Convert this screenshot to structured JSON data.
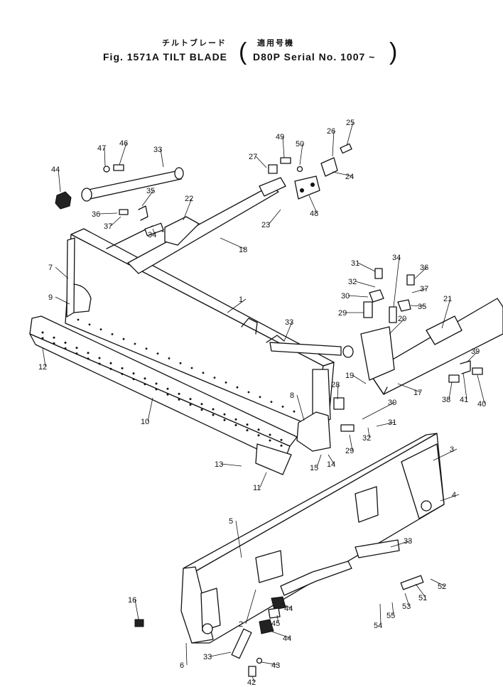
{
  "title": {
    "japanese_label": "チルトブレード",
    "japanese_serial": "適用号機",
    "figure": "Fig.  1571A  TILT  BLADE",
    "serial_open": "(",
    "serial": "D80P Serial   No. 1007 ~",
    "serial_close": ")"
  },
  "callouts": [
    {
      "label": "1"
    },
    {
      "label": "2"
    },
    {
      "label": "3"
    },
    {
      "label": "4"
    },
    {
      "label": "5"
    },
    {
      "label": "6"
    },
    {
      "label": "7"
    },
    {
      "label": "8"
    },
    {
      "label": "9"
    },
    {
      "label": "10"
    },
    {
      "label": "11"
    },
    {
      "label": "12"
    },
    {
      "label": "13"
    },
    {
      "label": "14"
    },
    {
      "label": "15"
    },
    {
      "label": "16"
    },
    {
      "label": "17"
    },
    {
      "label": "18"
    },
    {
      "label": "19"
    },
    {
      "label": "20"
    },
    {
      "label": "21"
    },
    {
      "label": "22"
    },
    {
      "label": "23"
    },
    {
      "label": "24"
    },
    {
      "label": "25"
    },
    {
      "label": "26"
    },
    {
      "label": "27"
    },
    {
      "label": "28"
    },
    {
      "label": "29"
    },
    {
      "label": "29"
    },
    {
      "label": "30"
    },
    {
      "label": "30"
    },
    {
      "label": "31"
    },
    {
      "label": "31"
    },
    {
      "label": "32"
    },
    {
      "label": "32"
    },
    {
      "label": "33"
    },
    {
      "label": "33"
    },
    {
      "label": "33"
    },
    {
      "label": "33"
    },
    {
      "label": "34"
    },
    {
      "label": "34"
    },
    {
      "label": "35"
    },
    {
      "label": "35"
    },
    {
      "label": "36"
    },
    {
      "label": "36"
    },
    {
      "label": "37"
    },
    {
      "label": "37"
    },
    {
      "label": "38"
    },
    {
      "label": "39"
    },
    {
      "label": "40"
    },
    {
      "label": "41"
    },
    {
      "label": "42"
    },
    {
      "label": "43"
    },
    {
      "label": "44"
    },
    {
      "label": "44"
    },
    {
      "label": "44"
    },
    {
      "label": "45"
    },
    {
      "label": "46"
    },
    {
      "label": "47"
    },
    {
      "label": "48"
    },
    {
      "label": "49"
    },
    {
      "label": "50"
    },
    {
      "label": "51"
    },
    {
      "label": "52"
    },
    {
      "label": "53"
    },
    {
      "label": "54"
    },
    {
      "label": "55"
    }
  ]
}
